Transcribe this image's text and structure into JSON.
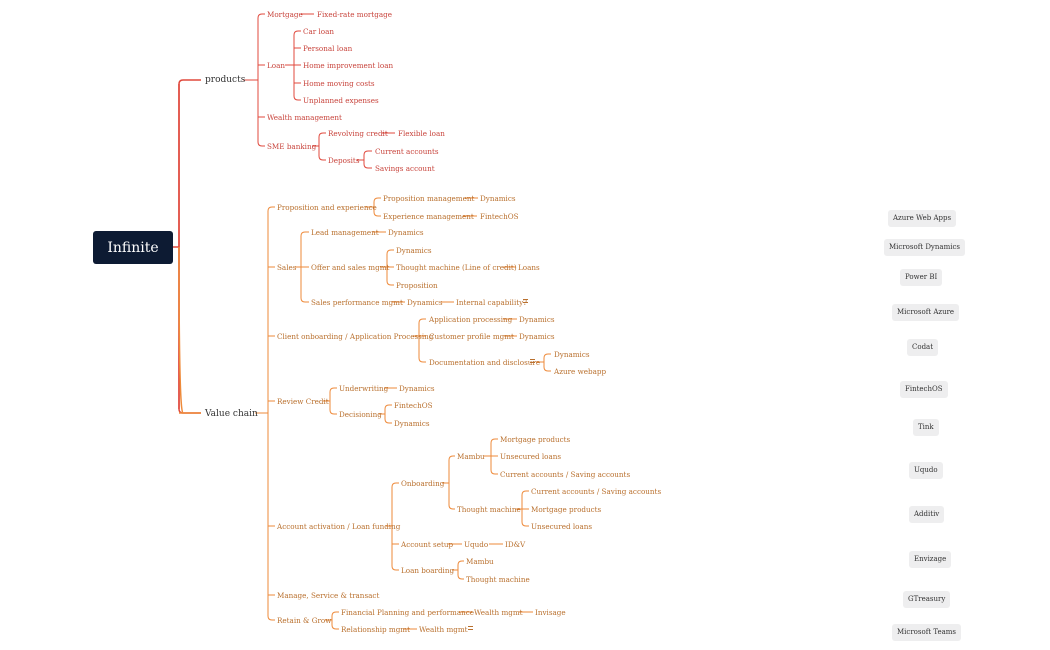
{
  "root": "Infinite",
  "colors": {
    "products": "#e0483c",
    "value_chain": "#ee8a3a",
    "root_bg": "#0d1b33"
  },
  "products": {
    "label": "products",
    "mortgage": {
      "label": "Mortgage",
      "child": "Fixed-rate mortgage"
    },
    "loan": {
      "label": "Loan",
      "items": [
        "Car loan",
        "Personal loan",
        "Home improvement loan",
        "Home moving costs",
        "Unplanned expenses"
      ]
    },
    "wealth": "Wealth management",
    "sme": {
      "label": "SME banking",
      "revolving": {
        "label": "Revolving credit",
        "child": "Flexible loan"
      },
      "deposits": {
        "label": "Deposits",
        "items": [
          "Current accounts",
          "Savings account"
        ]
      }
    }
  },
  "value_chain": {
    "label": "Value chain",
    "prop": {
      "label": "Proposition and experience",
      "pm": {
        "label": "Proposition management",
        "child": "Dynamics"
      },
      "em": {
        "label": "Experience management",
        "child": "FintechOS"
      }
    },
    "sales": {
      "label": "Sales",
      "lead": {
        "label": "Lead management",
        "child": "Dynamics"
      },
      "offer": {
        "label": "Offer and sales mgmt",
        "dyn": "Dynamics",
        "tm": "Thought machine (Line of credit)",
        "tm_child": "Loans",
        "prop": "Proposition"
      },
      "perf": {
        "label": "Sales performance mgmt",
        "dyn": "Dynamics",
        "child": "Internal capability?"
      }
    },
    "onb": {
      "label": "Client onboarding / Application Processing",
      "ap": {
        "label": "Application processing",
        "child": "Dynamics"
      },
      "cp": {
        "label": "Customer profile mgmt",
        "child": "Dynamics"
      },
      "doc": {
        "label": "Documentation and disclosure",
        "items": [
          "Dynamics",
          "Azure webapp"
        ]
      }
    },
    "review": {
      "label": "Review Credit",
      "uw": {
        "label": "Underwriting",
        "child": "Dynamics"
      },
      "dec": {
        "label": "Decisioning",
        "items": [
          "FintechOS",
          "Dynamics"
        ]
      }
    },
    "act": {
      "label": "Account activation / Loan funding",
      "onb": {
        "label": "Onboarding",
        "mambu": {
          "label": "Mambu",
          "items": [
            "Mortgage products",
            "Unsecured loans",
            "Current accounts / Saving accounts"
          ]
        },
        "tm": {
          "label": "Thought machine",
          "items": [
            "Current accounts / Saving accounts",
            "Mortgage products",
            "Unsecured loans"
          ]
        }
      },
      "setup": {
        "label": "Account setup",
        "child": "Uqudo",
        "grand": "ID&V"
      },
      "boarding": {
        "label": "Loan boarding",
        "items": [
          "Mambu",
          "Thought machine"
        ]
      }
    },
    "manage": "Manage, Service & transact",
    "retain": {
      "label": "Retain & Grow",
      "fp": {
        "label": "Financial Planning and performance",
        "child": "Wealth mgmt",
        "grand": "Invisage"
      },
      "rel": {
        "label": "Relationship mgmt",
        "child": "Wealth mgmt"
      }
    }
  },
  "tools": [
    "Azure Web Apps",
    "Microsoft Dynamics",
    "Power BI",
    "Microsoft Azure",
    "Codat",
    "FintechOS",
    "Tink",
    "Uqudo",
    "Additiv",
    "Envizage",
    "GTreasury",
    "Microsoft Teams"
  ]
}
